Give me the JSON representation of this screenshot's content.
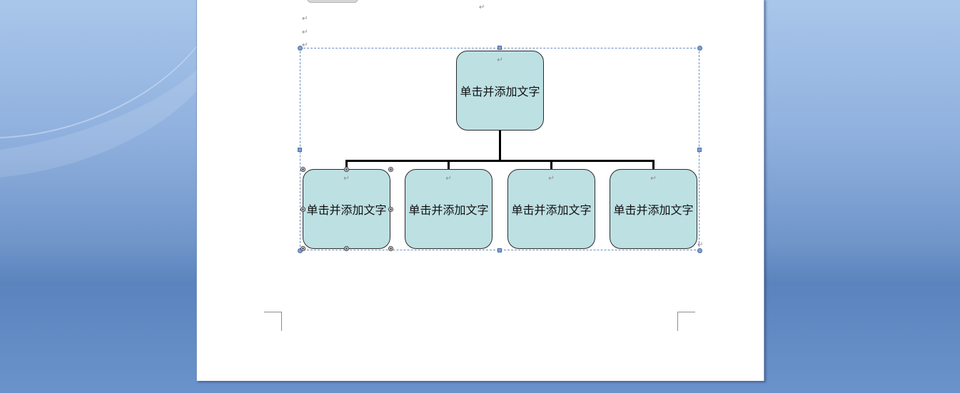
{
  "document": {
    "paragraph_mark": "↵"
  },
  "smartart": {
    "root": {
      "label": "单击并添加文字"
    },
    "children": [
      {
        "label": "单击并添加文字"
      },
      {
        "label": "单击并添加文字"
      },
      {
        "label": "单击并添加文字"
      },
      {
        "label": "单击并添加文字"
      }
    ]
  },
  "colors": {
    "box_fill": "#bde0e3",
    "box_border": "#2a2a2a",
    "connector": "#000000",
    "selection_frame": "#6d8fbf",
    "background": "#6f95c9",
    "page": "#ffffff"
  }
}
